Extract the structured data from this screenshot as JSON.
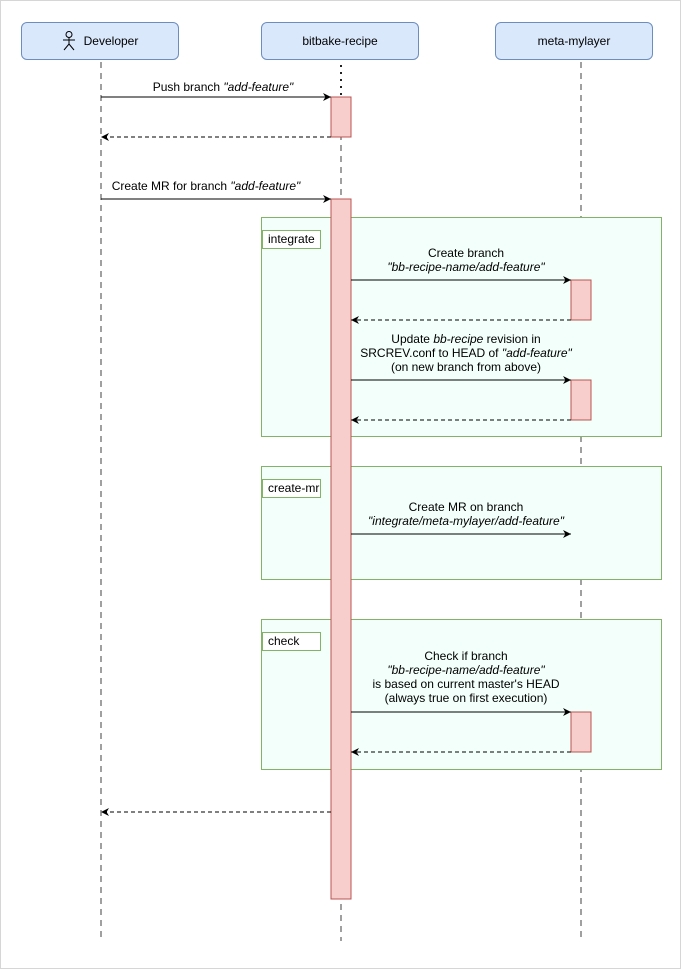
{
  "participants": [
    {
      "id": "developer",
      "label": "Developer",
      "is_actor": true
    },
    {
      "id": "bitbake",
      "label": "bitbake-recipe",
      "is_actor": false
    },
    {
      "id": "metalayer",
      "label": "meta-mylayer",
      "is_actor": false
    }
  ],
  "frames": [
    {
      "id": "integrate",
      "label": "integrate"
    },
    {
      "id": "create-mr",
      "label": "create-mr"
    },
    {
      "id": "check",
      "label": "check"
    }
  ],
  "messages": {
    "push_branch": {
      "text": "Push branch ",
      "branch": "\"add-feature\""
    },
    "create_mr": {
      "text": "Create MR for branch ",
      "branch": "\"add-feature\""
    },
    "create_branch": {
      "line1": "Create branch",
      "line2": "\"bb-recipe-name/add-feature\""
    },
    "update_rev": {
      "line1_pre": "Update ",
      "line1_em": "bb-recipe",
      "line1_post": " revision in",
      "line2_pre": "SRCREV.conf to HEAD of ",
      "line2_em": "\"add-feature\"",
      "line3": "(on new branch from above)"
    },
    "create_mr_branch": {
      "line1": "Create MR on branch",
      "line2": "\"integrate/meta-mylayer/add-feature\""
    },
    "check_branch": {
      "line1": "Check if branch",
      "line2": "\"bb-recipe-name/add-feature\"",
      "line3": "is based on current master's HEAD",
      "line4": "(always true on first execution)"
    }
  },
  "colors": {
    "lifeline_fill": "#dae8fc",
    "lifeline_stroke": "#6c8ebf",
    "activation_fill": "#f8cecc",
    "activation_stroke": "#b85450",
    "frame_fill": "#f3fffa",
    "frame_stroke": "#82b366"
  }
}
